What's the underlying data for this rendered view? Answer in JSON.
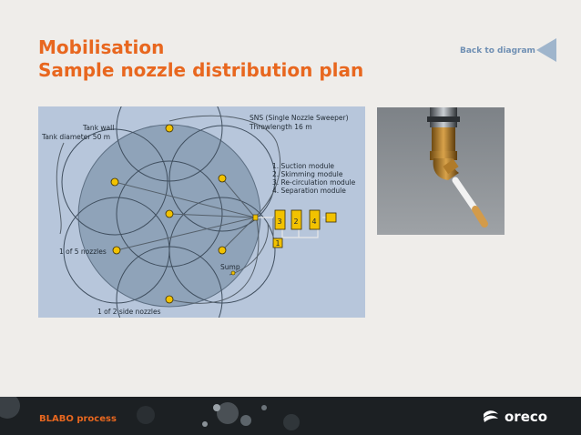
{
  "header": {
    "title_line1": "Mobilisation",
    "title_line2": "Sample nozzle distribution plan",
    "back_link": "Back to diagram",
    "back_icon": "triangle-left-icon"
  },
  "diagram": {
    "tank_wall": "Tank wall",
    "tank_diameter": "Tank diameter 50 m",
    "sns_title": "SNS (Single Nozzle Sweeper)",
    "throwlength": "Throwlength 16 m",
    "modules": [
      "1. Suction module",
      "2. Skimming module",
      "3. Re-circulation module",
      "4. Separation module"
    ],
    "module_box_labels": [
      "3",
      "2",
      "4",
      "1"
    ],
    "nozzle_label": "1 of 5 nozzles",
    "sump_label": "Sump",
    "side_nozzle_label": "1 of 2 side nozzles",
    "colors": {
      "tank": "#8fa3b9",
      "nozzle": "#f2c200",
      "module": "#f2c200",
      "background": "#b7c6db"
    }
  },
  "footer": {
    "left_text": "BLABO process",
    "logo_text": "oreco",
    "logo_icon": "oreco-swirl-icon"
  },
  "colors": {
    "accent": "#e8671f",
    "link": "#6f8fb3",
    "footer_bg": "#1c2023"
  }
}
